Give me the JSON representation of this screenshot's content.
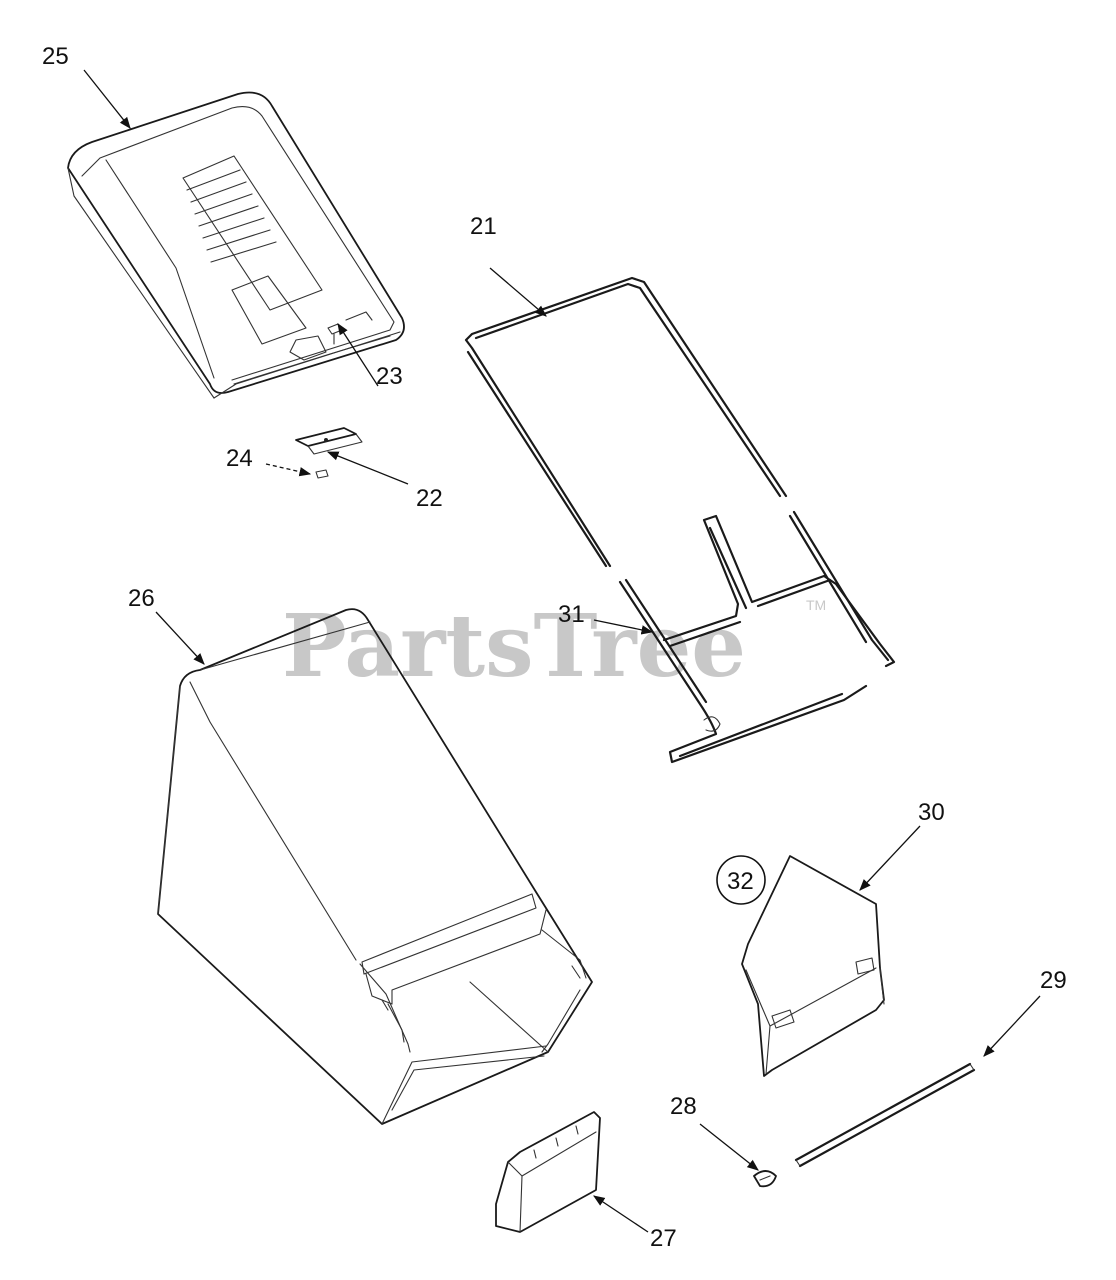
{
  "watermark": {
    "brand": "PartsTree",
    "trademark": "TM"
  },
  "callouts": {
    "c21": "21",
    "c22": "22",
    "c23": "23",
    "c24": "24",
    "c25": "25",
    "c26": "26",
    "c27": "27",
    "c28": "28",
    "c29": "29",
    "c30": "30",
    "c31": "31",
    "c32": "32"
  }
}
